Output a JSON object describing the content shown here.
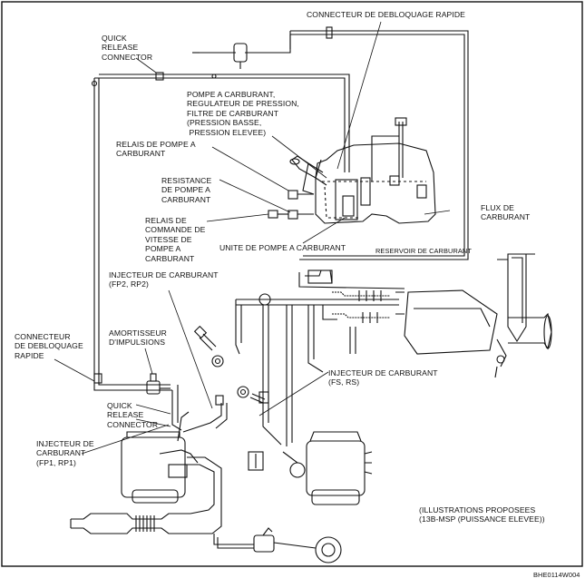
{
  "labels": {
    "connecteur_top": "CONNECTEUR DE DEBLOQUAGE RAPIDE",
    "quick_release_top": "QUICK\nRELEASE\nCONNECTOR",
    "pompe_regulateur": "POMPE A CARBURANT,\nREGULATEUR DE PRESSION,\nFILTRE DE CARBURANT\n(PRESSION BASSE,\n PRESSION ELEVEE)",
    "relais_pompe": "RELAIS DE POMPE A\nCARBURANT",
    "resistance": "RESISTANCE\nDE POMPE A\nCARBURANT",
    "relais_commande": "RELAIS DE\nCOMMANDE DE\nVITESSE DE\nPOMPE A\nCARBURANT",
    "unite_pompe": "UNITE DE POMPE A CARBURANT",
    "reservoir": "RESERVOIR DE CARBURANT",
    "flux": "FLUX DE\nCARBURANT",
    "injecteur_fp2": "INJECTEUR DE CARBURANT\n(FP2, RP2)",
    "amortisseur": "AMORTISSEUR\nD'IMPULSIONS",
    "connecteur_left": "CONNECTEUR\nDE DEBLOQUAGE\nRAPIDE",
    "quick_release_bottom": "QUICK\nRELEASE\nCONNECTOR",
    "injecteur_fp1": "INJECTEUR DE\nCARBURANT\n(FP1, RP1)",
    "injecteur_fs": "INJECTEUR DE CARBURANT\n(FS, RS)",
    "illustrations": "(ILLUSTRATIONS PROPOSEES\n(13B-MSP (PUISSANCE ELEVEE))",
    "code": "BHE0114W004"
  },
  "colors": {
    "line": "#111111",
    "background": "#ffffff"
  }
}
